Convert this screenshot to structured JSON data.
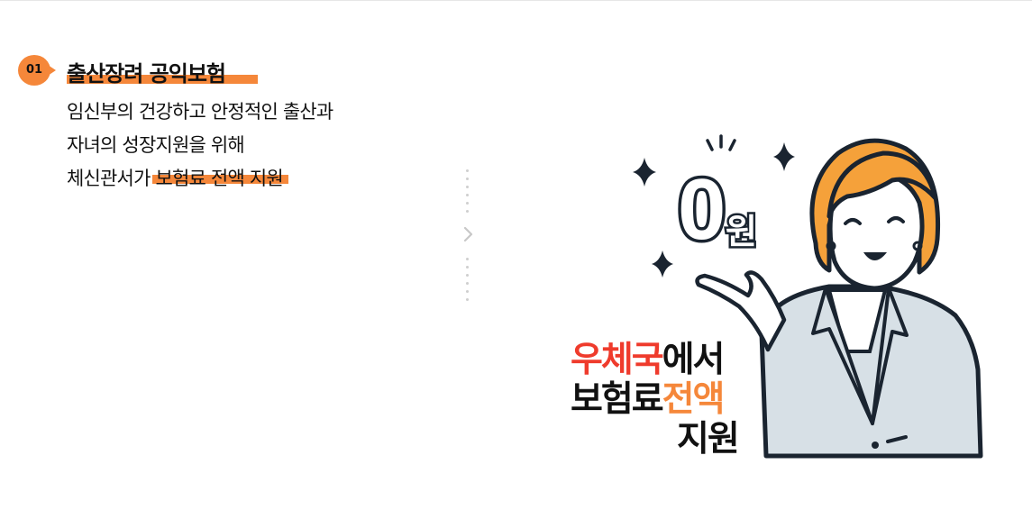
{
  "item": {
    "number": "01",
    "title": "출산장려 공익보험",
    "description_lines": [
      "임신부의 건강하고 안정적인 출산과",
      "자녀의 성장지원을 위해"
    ],
    "last_line_prefix": "체신관서가",
    "last_line_highlight": "보험료 전액 지원"
  },
  "illustration": {
    "price_number": "0",
    "price_unit": "원",
    "headline": {
      "line1_red": "우체국",
      "line1_black": "에서",
      "line2_black": "보험료",
      "line2_orange": "전액",
      "line3_black": "지원"
    },
    "icons": [
      "sparkle-icon",
      "chevron-right-icon"
    ]
  },
  "colors": {
    "accent": "#f5873a",
    "red": "#ef3b2c",
    "hair": "#f5a13a",
    "jacket": "#d7e0e6",
    "text": "#111111"
  }
}
